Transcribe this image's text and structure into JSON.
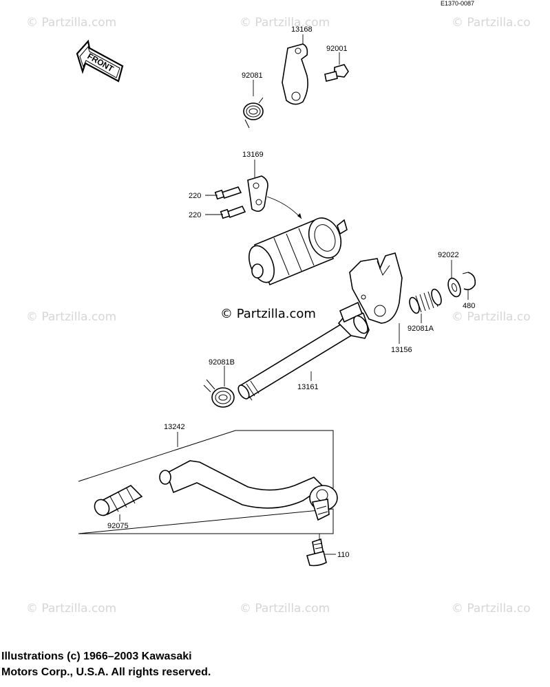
{
  "diagram_ref": "E1370-0087",
  "front_arrow_label": "FRONT",
  "watermark": "© Partzilla.com",
  "partzilla_watermarks": [
    "© Partzilla.com",
    "© Partzilla.com",
    "© Partzilla.co",
    "© Partzilla.com",
    "© Partzilla.co",
    "© Partzilla.com",
    "© Partzilla.com",
    "© Partzilla.co"
  ],
  "part_labels": {
    "p13168": "13168",
    "p92001": "92001",
    "p92081": "92081",
    "p13169": "13169",
    "p220a": "220",
    "p220b": "220",
    "p92022": "92022",
    "p480": "480",
    "p92081A": "92081A",
    "p13156": "13156",
    "p92081B": "92081B",
    "p13161": "13161",
    "p13242": "13242",
    "p92075": "92075",
    "p110": "110"
  },
  "copyright": {
    "line1": "Illustrations (c) 1966–2003 Kawasaki",
    "line2": "Motors Corp., U.S.A.  All rights reserved."
  }
}
